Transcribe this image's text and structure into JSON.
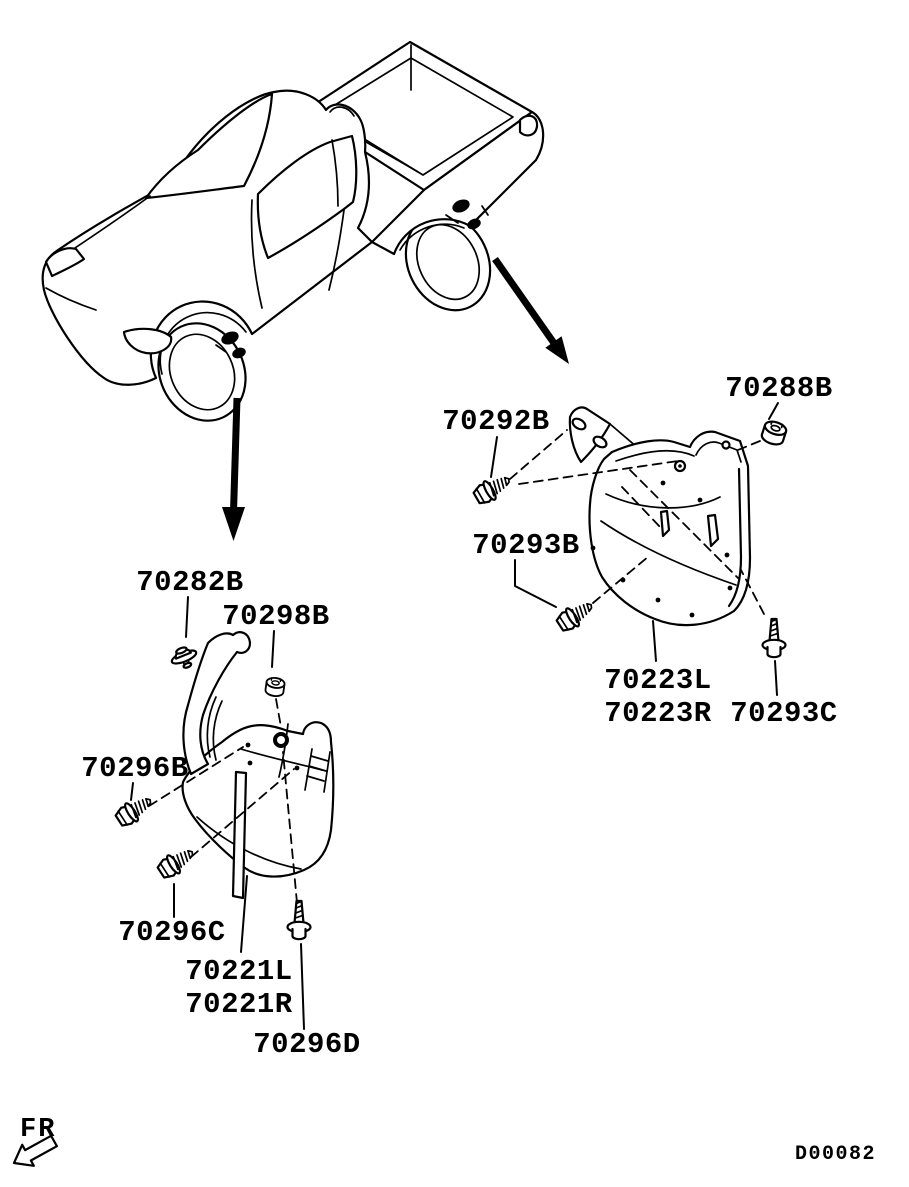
{
  "page": {
    "background_color": "#ffffff",
    "line_color": "#000000"
  },
  "footer": {
    "direction_label": "FR",
    "diagram_code": "D00082"
  },
  "labels": {
    "rear_assembly": {
      "bolt_upper": "70292B",
      "nut": "70288B",
      "bolt_lower": "70293B",
      "mudguard_left": "70223L",
      "mudguard_right": "70223R",
      "screw_grommet": "70293C"
    },
    "front_assembly": {
      "clip": "70282B",
      "grommet": "70298B",
      "screw_upper": "70296B",
      "screw_lower": "70296C",
      "mudguard_left": "70221L",
      "mudguard_right": "70221R",
      "screw_bottom": "70296D"
    }
  }
}
